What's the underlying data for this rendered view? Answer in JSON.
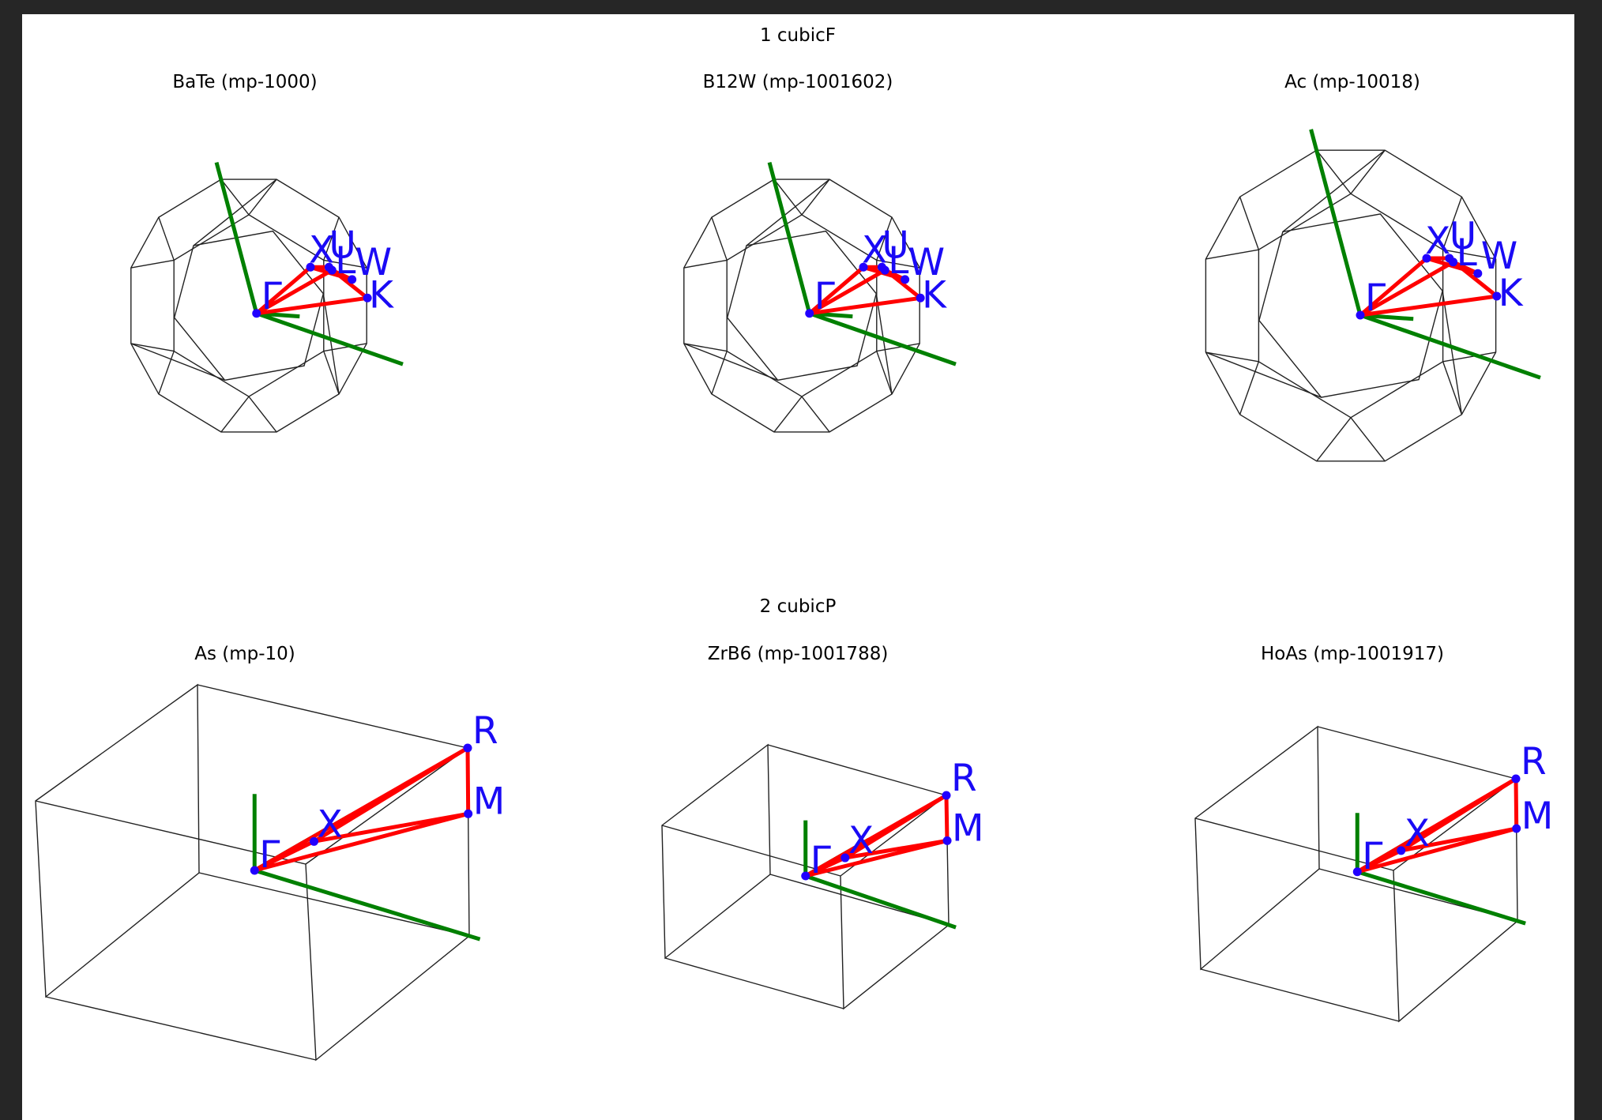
{
  "rows": [
    {
      "title": "1 cubicF",
      "lattice": "fcc",
      "panels": [
        {
          "title": "BaTe (mp-1000)",
          "points": [
            "Γ",
            "X",
            "U",
            "L",
            "W",
            "K"
          ]
        },
        {
          "title": "B12W (mp-1001602)",
          "points": [
            "Γ",
            "X",
            "U",
            "L",
            "W",
            "K"
          ]
        },
        {
          "title": "Ac (mp-10018)",
          "points": [
            "Γ",
            "X",
            "U",
            "L",
            "W",
            "K"
          ]
        }
      ]
    },
    {
      "title": "2 cubicP",
      "lattice": "sc",
      "panels": [
        {
          "title": "As (mp-10)",
          "points": [
            "Γ",
            "X",
            "M",
            "R"
          ]
        },
        {
          "title": "ZrB6 (mp-1001788)",
          "points": [
            "Γ",
            "X",
            "M",
            "R"
          ]
        },
        {
          "title": "HoAs (mp-1001917)",
          "points": [
            "Γ",
            "X",
            "M",
            "R"
          ]
        }
      ]
    }
  ],
  "colors": {
    "background": "#262626",
    "canvas": "#ffffff",
    "brillouin_zone_edges": "#222222",
    "reciprocal_axes": "#008000",
    "k_path": "#ff0000",
    "k_points": "#2200ff"
  }
}
